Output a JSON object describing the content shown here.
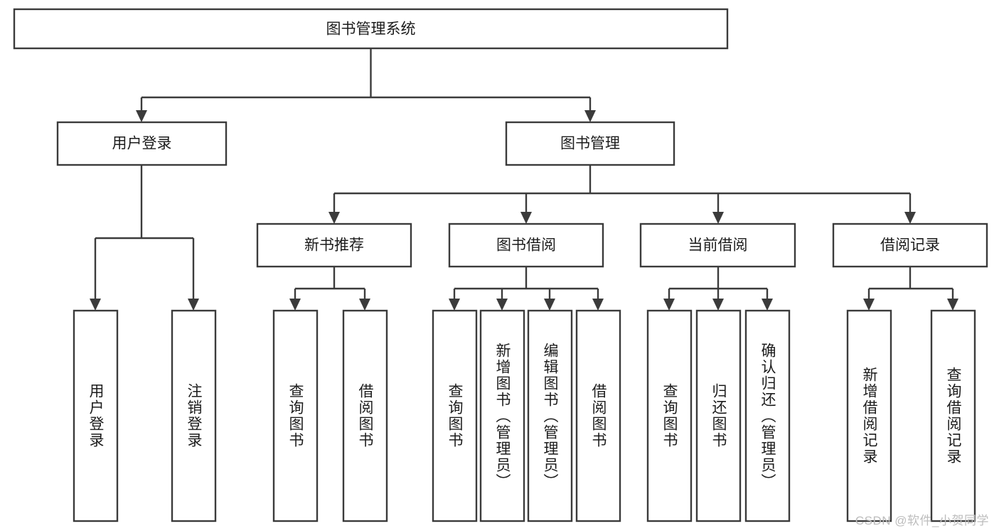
{
  "diagram": {
    "type": "tree-hierarchy",
    "title": "图书管理系统",
    "colors": {
      "box_stroke": "#3b3b3b",
      "box_fill": "#ffffff",
      "connector": "#3b3b3b",
      "text": "#1c1c1c",
      "watermark": "#bdbdbd",
      "background": "#ffffff"
    },
    "root": {
      "label": "图书管理系统"
    },
    "level2": [
      {
        "label": "用户登录"
      },
      {
        "label": "图书管理"
      }
    ],
    "level3": [
      {
        "label": "新书推荐"
      },
      {
        "label": "图书借阅"
      },
      {
        "label": "当前借阅"
      },
      {
        "label": "借阅记录"
      }
    ],
    "leaves": {
      "user_login": [
        {
          "label": "用户登录"
        },
        {
          "label": "注销登录"
        }
      ],
      "new_book_recommend": [
        {
          "label": "查询图书"
        },
        {
          "label": "借阅图书"
        }
      ],
      "book_borrow": [
        {
          "label": "查询图书"
        },
        {
          "label": "新增图书（管理员）"
        },
        {
          "label": "编辑图书（管理员）"
        },
        {
          "label": "借阅图书"
        }
      ],
      "current_borrow": [
        {
          "label": "查询图书"
        },
        {
          "label": "归还图书"
        },
        {
          "label": "确认归还（管理员）"
        }
      ],
      "borrow_record": [
        {
          "label": "新增借阅记录"
        },
        {
          "label": "查询借阅记录"
        }
      ]
    }
  },
  "watermark": {
    "text": "CSDN @软件_小贺同学"
  }
}
